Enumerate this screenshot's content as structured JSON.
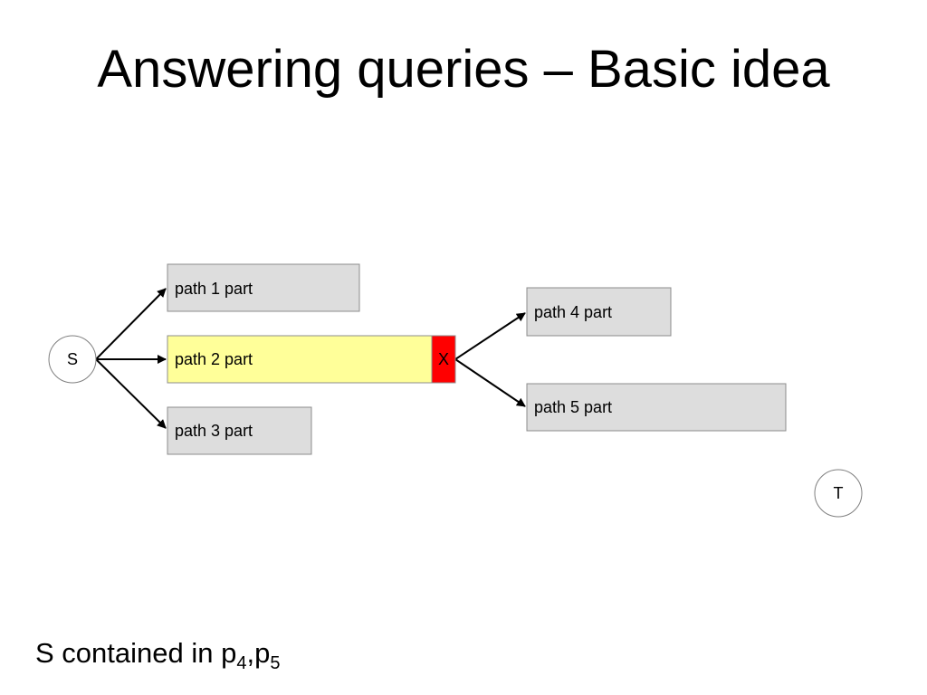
{
  "slide": {
    "title": "Answering queries – Basic idea"
  },
  "diagram": {
    "source_label": "S",
    "target_label": "T",
    "blocked_label": "X",
    "paths": [
      {
        "label": "path 1 part",
        "fill": "#dddddd"
      },
      {
        "label": "path 2 part",
        "fill": "#ffff99"
      },
      {
        "label": "path 3 part",
        "fill": "#dddddd"
      },
      {
        "label": "path 4 part",
        "fill": "#dddddd"
      },
      {
        "label": "path 5 part",
        "fill": "#dddddd"
      }
    ],
    "blocked_color": "#ff0000"
  },
  "caption": {
    "prefix": "S contained in p",
    "sub1": "4",
    "separator": ",p",
    "sub2": "5"
  }
}
